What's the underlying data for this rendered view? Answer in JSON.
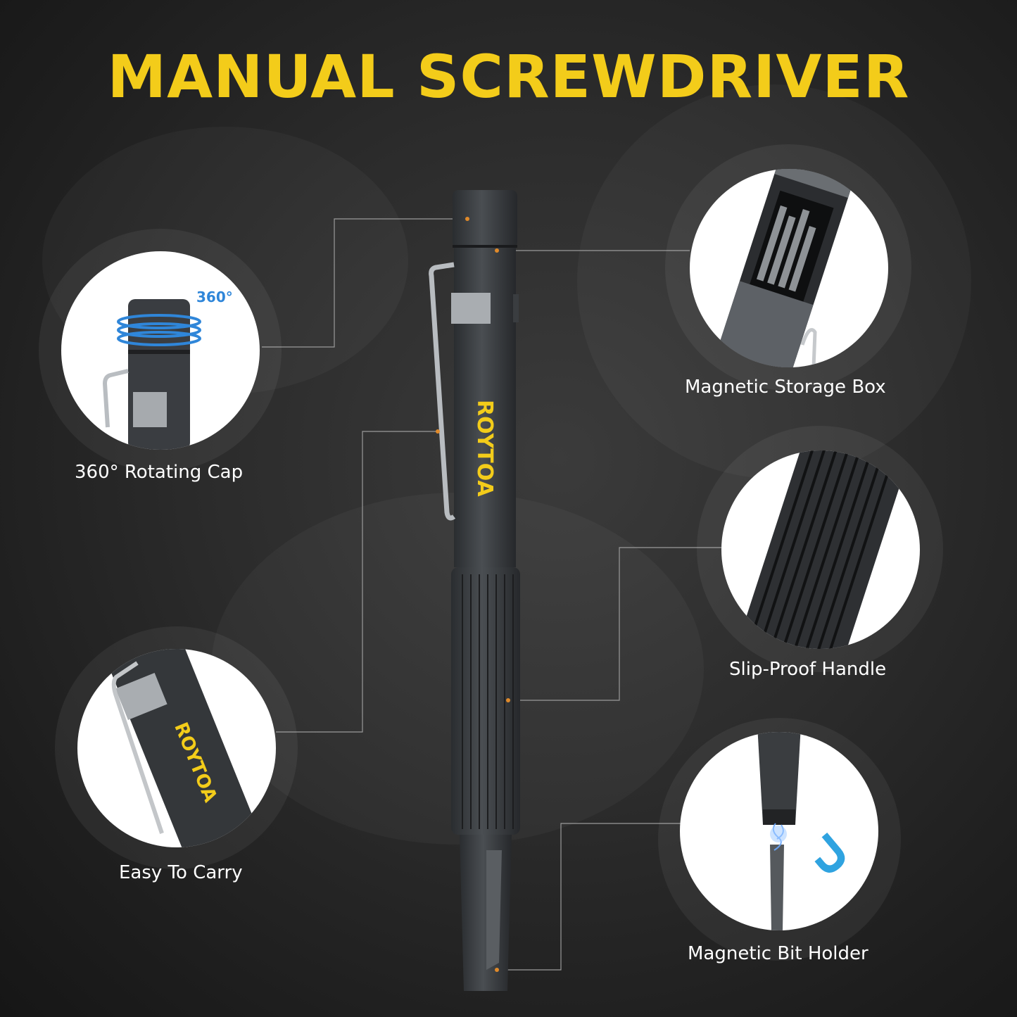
{
  "title": "MANUAL SCREWDRIVER",
  "brand": "ROYTOA",
  "colors": {
    "accent": "#f3cc1a",
    "marker": "#e08a2a",
    "rotate_arrow": "#2f86d9",
    "magnet": "#2fa3e0"
  },
  "features": {
    "rotating_cap": {
      "label": "360° Rotating Cap",
      "badge": "360°"
    },
    "storage_box": {
      "label": "Magnetic Storage Box"
    },
    "easy_carry": {
      "label": "Easy To Carry"
    },
    "handle": {
      "label": "Slip-Proof Handle"
    },
    "bit_holder": {
      "label": "Magnetic Bit Holder"
    }
  }
}
